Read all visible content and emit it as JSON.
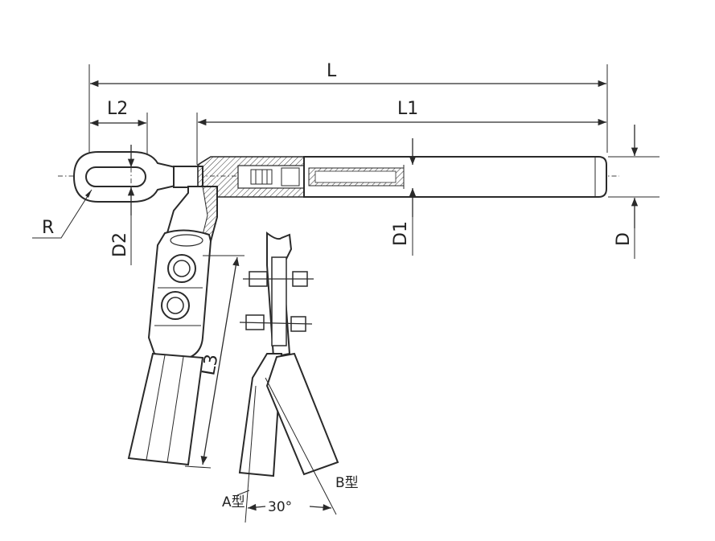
{
  "labels": {
    "L": "L",
    "L1": "L1",
    "L2": "L2",
    "L3": "L3",
    "R": "R",
    "D": "D",
    "D1": "D1",
    "D2": "D2",
    "typeA": "A型",
    "typeB": "B型",
    "angle": "30°"
  },
  "colors": {
    "line": "#2a2a2a",
    "background": "#ffffff"
  }
}
